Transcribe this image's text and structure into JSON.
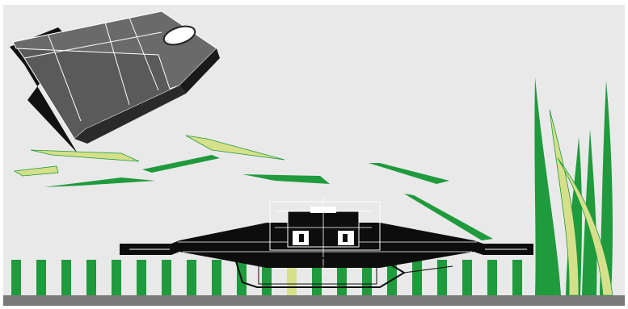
{
  "diagram": {
    "colors": {
      "background": "#e9e9e9",
      "frame": "#ffffff",
      "ground": "#7a7a7a",
      "grass_dark": "#1f9a3c",
      "grass_light": "#d6e08a",
      "blade_gray": "#5a5a5a",
      "blade_edge": "#ffffff",
      "mower_body": "#0d0d0d",
      "mower_line": "#ffffff"
    },
    "parts": [
      "blade-detail",
      "grass-clippings",
      "cutter-disc",
      "tall-grass",
      "grass-stubble",
      "ground"
    ]
  }
}
